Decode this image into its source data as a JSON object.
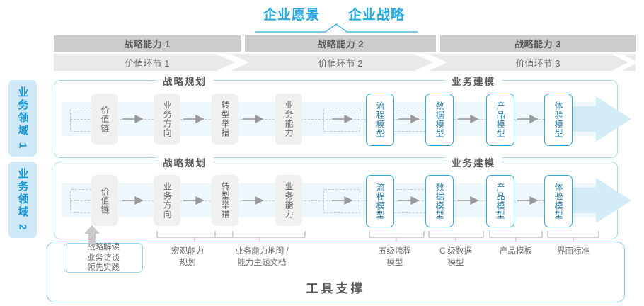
{
  "top": {
    "vision": "企业愿景",
    "strategy": "企业战略"
  },
  "capabilities": [
    {
      "label": "战略能力 1"
    },
    {
      "label": "战略能力 2"
    },
    {
      "label": "战略能力 3"
    }
  ],
  "value_chain": [
    {
      "label": "价值环节 1"
    },
    {
      "label": "价值环节 2"
    },
    {
      "label": "价值环节 3"
    }
  ],
  "domains": [
    {
      "side_label": "业务领域 1",
      "section_left": "战略规划",
      "section_right": "业务建模",
      "steps": [
        {
          "label": "价值链",
          "style": "gray"
        },
        {
          "label": "业务方向",
          "style": "gray"
        },
        {
          "label": "转型举措",
          "style": "gray"
        },
        {
          "label": "业务能力",
          "style": "gray"
        },
        {
          "label": "流程模型",
          "style": "blue"
        },
        {
          "label": "数据模型",
          "style": "blue"
        },
        {
          "label": "产品模型",
          "style": "blue"
        },
        {
          "label": "体验模型",
          "style": "blue"
        }
      ]
    },
    {
      "side_label": "业务领域 2",
      "section_left": "战略规划",
      "section_right": "业务建模",
      "steps": [
        {
          "label": "价值链",
          "style": "gray"
        },
        {
          "label": "业务方向",
          "style": "gray"
        },
        {
          "label": "转型举措",
          "style": "gray"
        },
        {
          "label": "业务能力",
          "style": "gray"
        },
        {
          "label": "流程模型",
          "style": "blue"
        },
        {
          "label": "数据模型",
          "style": "blue"
        },
        {
          "label": "产品模型",
          "style": "blue"
        },
        {
          "label": "体验模型",
          "style": "blue"
        }
      ]
    }
  ],
  "tools": {
    "title": "工具支撑",
    "strategy_read": "战略解读\n业务访谈\n领先实践",
    "labels": [
      {
        "text": "宏观能力\n规划"
      },
      {
        "text": "业务能力地图 /\n能力主题文档"
      },
      {
        "text": "五级流程\n模型"
      },
      {
        "text": "C 级数据\n模型"
      },
      {
        "text": "产品模板"
      },
      {
        "text": "界面标准"
      }
    ]
  },
  "colors": {
    "accent_blue": "#29abe2",
    "light_blue_fill": "#cfe9f9",
    "band_blue": "#eef7fc",
    "gray_header": "#cccccc",
    "gray_chevron": "#e9e9e9",
    "gray_box": "#f0f0f0",
    "text_gray": "#5a5a5a"
  }
}
